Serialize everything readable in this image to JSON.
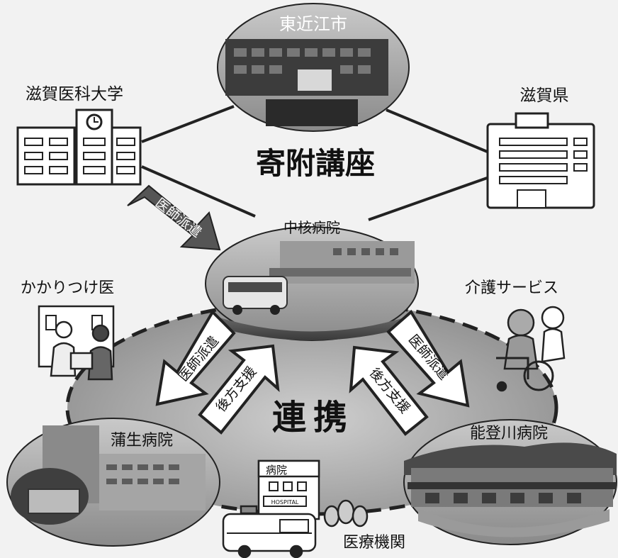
{
  "title": "寄附講座",
  "center_label": "連携",
  "nodes": {
    "city": "東近江市",
    "university": "滋賀医科大学",
    "prefecture": "滋賀県",
    "core_hospital": "中核病院",
    "family_doctor": "かかりつけ医",
    "care_service": "介護サービス",
    "gamo_hospital": "蒲生病院",
    "notogawa_hospital": "能登川病院",
    "medical_institutions": "医療機関"
  },
  "arrows": {
    "doctor_dispatch": "医師派遣",
    "backup_support": "後方支援"
  },
  "signs": {
    "hospital": "病院",
    "hospital_en": "HOSPITAL"
  }
}
